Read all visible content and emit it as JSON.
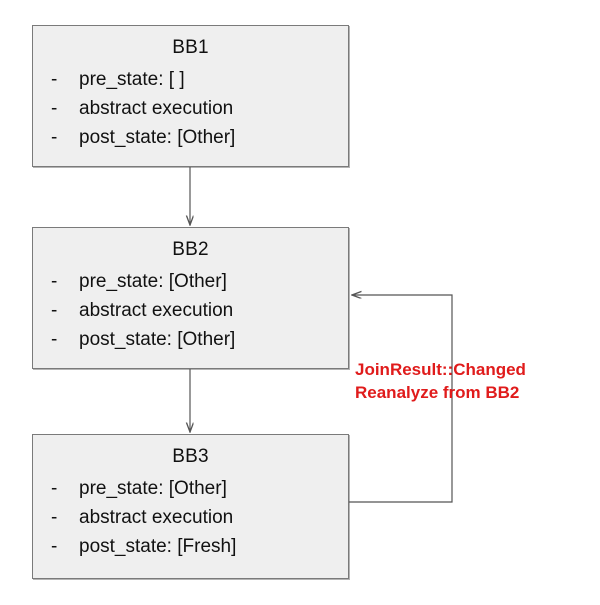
{
  "diagram": {
    "type": "control-flow-dataflow-analysis",
    "blocks": [
      {
        "id": "bb1",
        "title": "BB1",
        "bullet": "-",
        "lines": [
          "pre_state: [ ]",
          "abstract execution",
          "post_state: [Other]"
        ]
      },
      {
        "id": "bb2",
        "title": "BB2",
        "bullet": "-",
        "lines": [
          "pre_state: [Other]",
          "abstract execution",
          "post_state: [Other]"
        ]
      },
      {
        "id": "bb3",
        "title": "BB3",
        "bullet": "-",
        "lines": [
          "pre_state: [Other]",
          "abstract execution",
          "post_state: [Fresh]"
        ]
      }
    ],
    "edges": [
      {
        "id": "bb1-to-bb2",
        "from": "BB1",
        "to": "BB2",
        "label": ""
      },
      {
        "id": "bb2-to-bb3",
        "from": "BB2",
        "to": "BB3",
        "label": ""
      },
      {
        "id": "bb3-to-bb2-feedback",
        "from": "BB3",
        "to": "BB2",
        "label_line1": "JoinResult::Changed",
        "label_line2": "Reanalyze from BB2"
      }
    ],
    "colors": {
      "box_fill": "#efefef",
      "box_border": "#7a7a7a",
      "text": "#111111",
      "edge": "#555555",
      "feedback_label": "#e01b1b",
      "background": "#ffffff"
    }
  }
}
